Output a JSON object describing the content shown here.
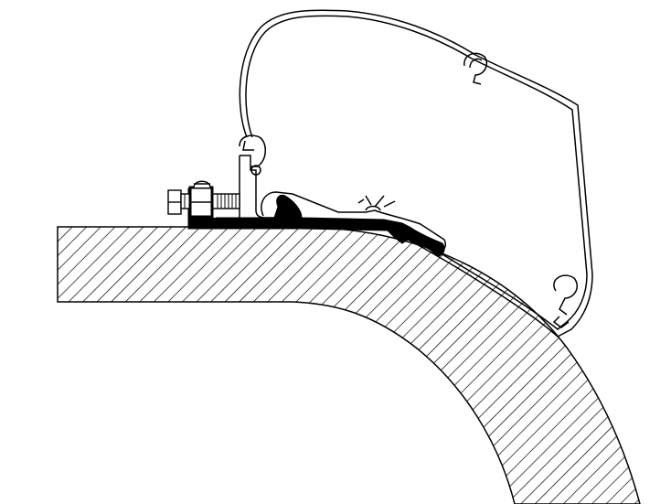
{
  "diagram": {
    "colors": {
      "line": "#000000",
      "background": "#ffffff",
      "hatch": "#000000"
    },
    "parts": [
      "roof-section",
      "awning-housing",
      "adapter-rail",
      "bolt"
    ]
  }
}
